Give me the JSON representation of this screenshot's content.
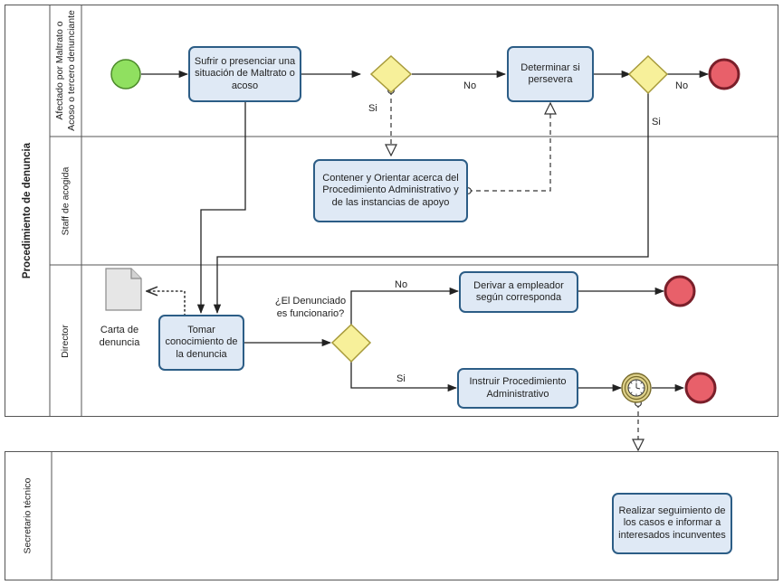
{
  "pools": [
    {
      "name": "Procedimiento de denuncia",
      "lanes": [
        {
          "name_lines": [
            "Afectado por Maltrato o",
            "Acoso o tercero denunciante"
          ]
        },
        {
          "name_lines": [
            "Staff de acogida"
          ]
        },
        {
          "name_lines": [
            "Director"
          ]
        }
      ]
    },
    {
      "name": "",
      "lanes": [
        {
          "name_lines": [
            "Secretario técnico"
          ]
        }
      ]
    }
  ],
  "tasks": {
    "sufrir": "Sufrir o presenciar una situación de Maltrato o acoso",
    "determinar": "Determinar si persevera",
    "contener": "Contener y Orientar acerca del Procedimiento Administrativo y de las instancias de apoyo",
    "tomar": "Tomar conocimiento de la denuncia",
    "derivar": "Derivar a empleador según corresponda",
    "instruir": "Instruir Procedimiento Administrativo",
    "realizar": "Realizar seguimiento de los casos e informar a interesados incunventes"
  },
  "data_object": {
    "label": "Carta de denuncia"
  },
  "gateway_question": "¿El Denunciado es funcionario?",
  "flow_labels": {
    "g1_yes": "Si",
    "g1_no": "No",
    "g2_no": "No",
    "g2_yes": "Si",
    "g3_no": "No",
    "g3_yes": "Si"
  },
  "colors": {
    "task_fill": "#dfe9f5",
    "task_border": "#2c5d86",
    "start_fill": "#90e060",
    "end_fill": "#e8606a",
    "end_border": "#7a1f2a",
    "gateway_fill": "#f7f09a",
    "gateway_border": "#a79a3a",
    "timer_fill": "#ddd08a"
  }
}
